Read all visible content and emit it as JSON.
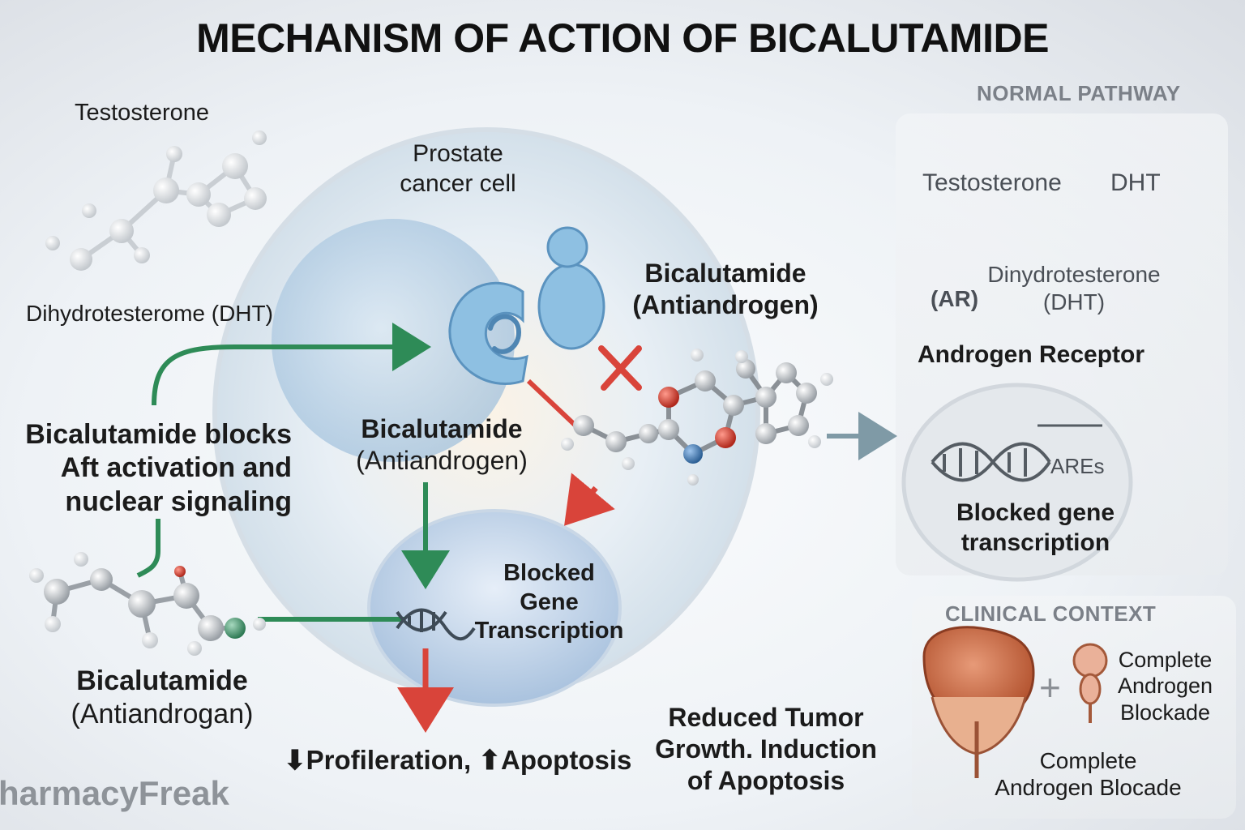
{
  "title": "MECHANISM OF ACTION OF BICALUTAMIDE",
  "left": {
    "testosterone": "Testosterone",
    "dht": "Dihydrotesterome (DHT)",
    "blocks_text": [
      "Bicalutamide blocks",
      "Aft activation and",
      "nuclear signaling"
    ],
    "drug_name": "Bicalutamide",
    "drug_class": "(Antiandrogan)"
  },
  "cell": {
    "label_line1": "Prostate",
    "label_line2": "cancer cell",
    "inner_drug_name": "Bicalutamide",
    "inner_drug_class": "(Antiandrogen)",
    "nucleus_lines": [
      "Blocked",
      "Gene",
      "Transcription"
    ]
  },
  "molecule": {
    "name": "Bicalutamide",
    "class": "(Antiandrogen)"
  },
  "outcomes": {
    "proliferation": "Profileration,",
    "apoptosis": "Apoptosis",
    "tumor_lines": [
      "Reduced Tumor",
      "Growth. Induction",
      "of Apoptosis"
    ]
  },
  "normal_pathway": {
    "heading": "NORMAL PATHWAY",
    "testosterone": "Testosterone",
    "dht": "DHT",
    "ar": "(AR)",
    "dht_full_1": "Dinydrotesterone",
    "dht_full_2": "(DHT)",
    "receptor": "Androgen Receptor",
    "ares": "AREs",
    "blocked_1": "Blocked gene",
    "blocked_2": "transcription"
  },
  "clinical": {
    "heading": "CLINICAL CONTEXT",
    "plus": "+",
    "side_lines": [
      "Complete",
      "Androgen",
      "Blockade"
    ],
    "bottom_1": "Complete",
    "bottom_2": "Androgen Blocade"
  },
  "watermark": "harmacyFreak",
  "colors": {
    "green_arrow": "#2e8b57",
    "red_arrow": "#d9443a",
    "cell": "#c9dcec",
    "receptor": "#7fb3d8"
  }
}
